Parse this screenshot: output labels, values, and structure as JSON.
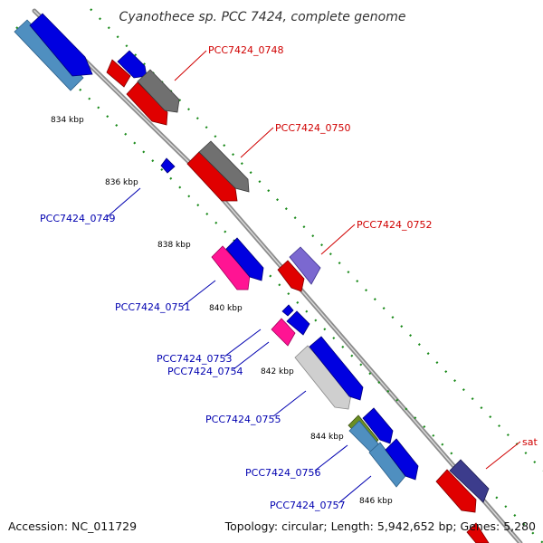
{
  "title": "Cyanothece sp. PCC 7424, complete genome",
  "footer": {
    "accession": "Accession: NC_011729",
    "summary": "Topology: circular; Length: 5,942,652 bp; Genes: 5,280"
  },
  "ticks": [
    "834 kbp",
    "836 kbp",
    "838 kbp",
    "840 kbp",
    "842 kbp",
    "844 kbp",
    "846 kbp"
  ],
  "gene_labels": {
    "g0748": "PCC7424_0748",
    "g0749": "PCC7424_0749",
    "g0750": "PCC7424_0750",
    "g0751": "PCC7424_0751",
    "g0752": "PCC7424_0752",
    "g0753": "PCC7424_0753",
    "g0754": "PCC7424_0754",
    "g0755": "PCC7424_0755",
    "g0756": "PCC7424_0756",
    "g0757": "PCC7424_0757",
    "sat": "sat"
  },
  "colors": {
    "backbone": "#9a9a9a",
    "tick_dot": "#1a8a1a",
    "red": "#e00000",
    "blue": "#0000e0",
    "grey": "#707070",
    "steel": "#4f8fc0",
    "pink": "#ff1493",
    "lavender": "#7b68d0",
    "light_grey": "#c8c8c8",
    "olive": "#6b8e23",
    "navy": "#3c3c8c"
  }
}
